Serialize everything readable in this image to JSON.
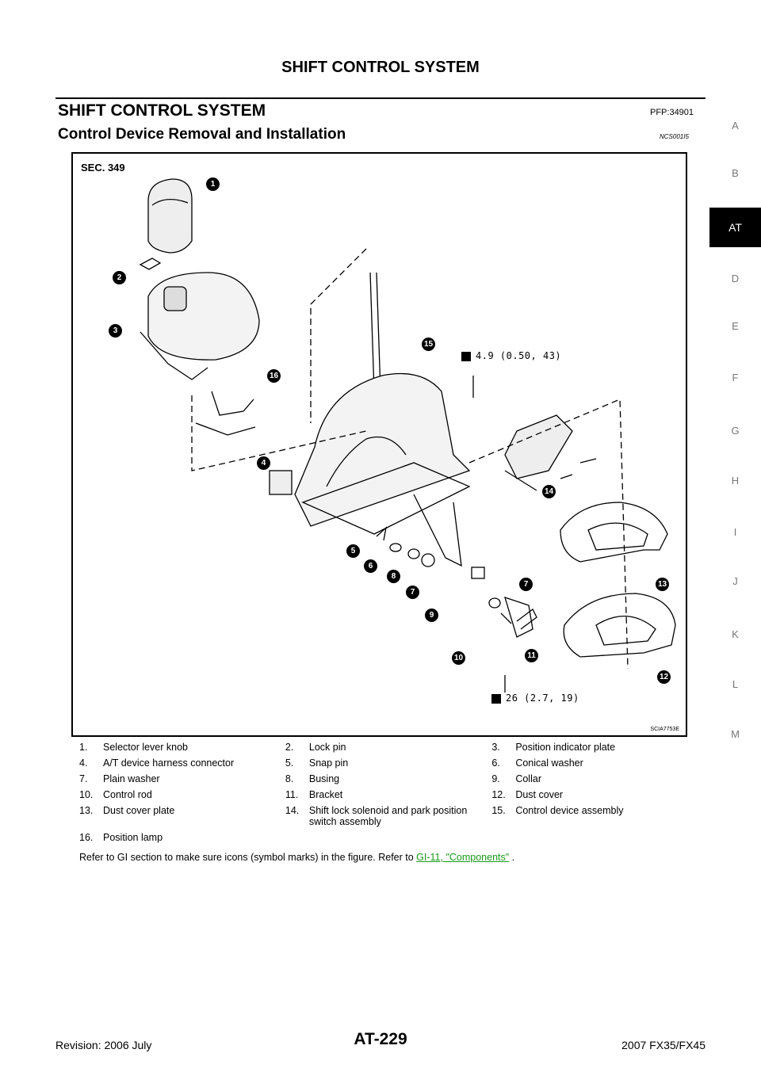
{
  "header": {
    "running_title": "SHIFT CONTROL SYSTEM"
  },
  "section": {
    "title": "SHIFT CONTROL SYSTEM",
    "code": "PFP:34901"
  },
  "subsection": {
    "title": "Control Device Removal and Installation",
    "code": "NCS001I5"
  },
  "side_tabs": [
    {
      "label": "A",
      "active": false
    },
    {
      "label": "B",
      "active": false
    },
    {
      "label": "AT",
      "active": true
    },
    {
      "label": "D",
      "active": false
    },
    {
      "label": "E",
      "active": false
    },
    {
      "label": "F",
      "active": false
    },
    {
      "label": "G",
      "active": false
    },
    {
      "label": "H",
      "active": false
    },
    {
      "label": "I",
      "active": false
    },
    {
      "label": "J",
      "active": false
    },
    {
      "label": "K",
      "active": false
    },
    {
      "label": "L",
      "active": false
    },
    {
      "label": "M",
      "active": false
    }
  ],
  "figure": {
    "sec_label": "SEC. 349",
    "torque_upper": "4.9 (0.50, 43)",
    "torque_lower": "26 (2.7, 19)",
    "figure_id": "SCIA7753E",
    "callouts": [
      "1",
      "2",
      "3",
      "16",
      "4",
      "15",
      "14",
      "5",
      "6",
      "7",
      "8",
      "7",
      "9",
      "13",
      "10",
      "11",
      "12"
    ]
  },
  "legend": [
    [
      "1.",
      "Selector lever knob",
      "2.",
      "Lock pin",
      "3.",
      "Position indicator plate"
    ],
    [
      "4.",
      "A/T device harness connector",
      "5.",
      "Snap pin",
      "6.",
      "Conical washer"
    ],
    [
      "7.",
      "Plain washer",
      "8.",
      "Busing",
      "9.",
      "Collar"
    ],
    [
      "10.",
      "Control rod",
      "11.",
      "Bracket",
      "12.",
      "Dust cover"
    ],
    [
      "13.",
      "Dust cover plate",
      "14.",
      "Shift lock solenoid and park position",
      "15.",
      "Control device assembly"
    ]
  ],
  "legend_extra": {
    "item14_line2": "switch assembly",
    "item16_num": "16.",
    "item16_label": "Position lamp"
  },
  "note": {
    "text": "Refer to GI section to make sure icons (symbol marks) in the figure. Refer to ",
    "link": "GI-11, \"Components\"",
    "tail": " ."
  },
  "footer": {
    "revision": "Revision: 2006 July",
    "page": "AT-229",
    "model": "2007 FX35/FX45"
  }
}
